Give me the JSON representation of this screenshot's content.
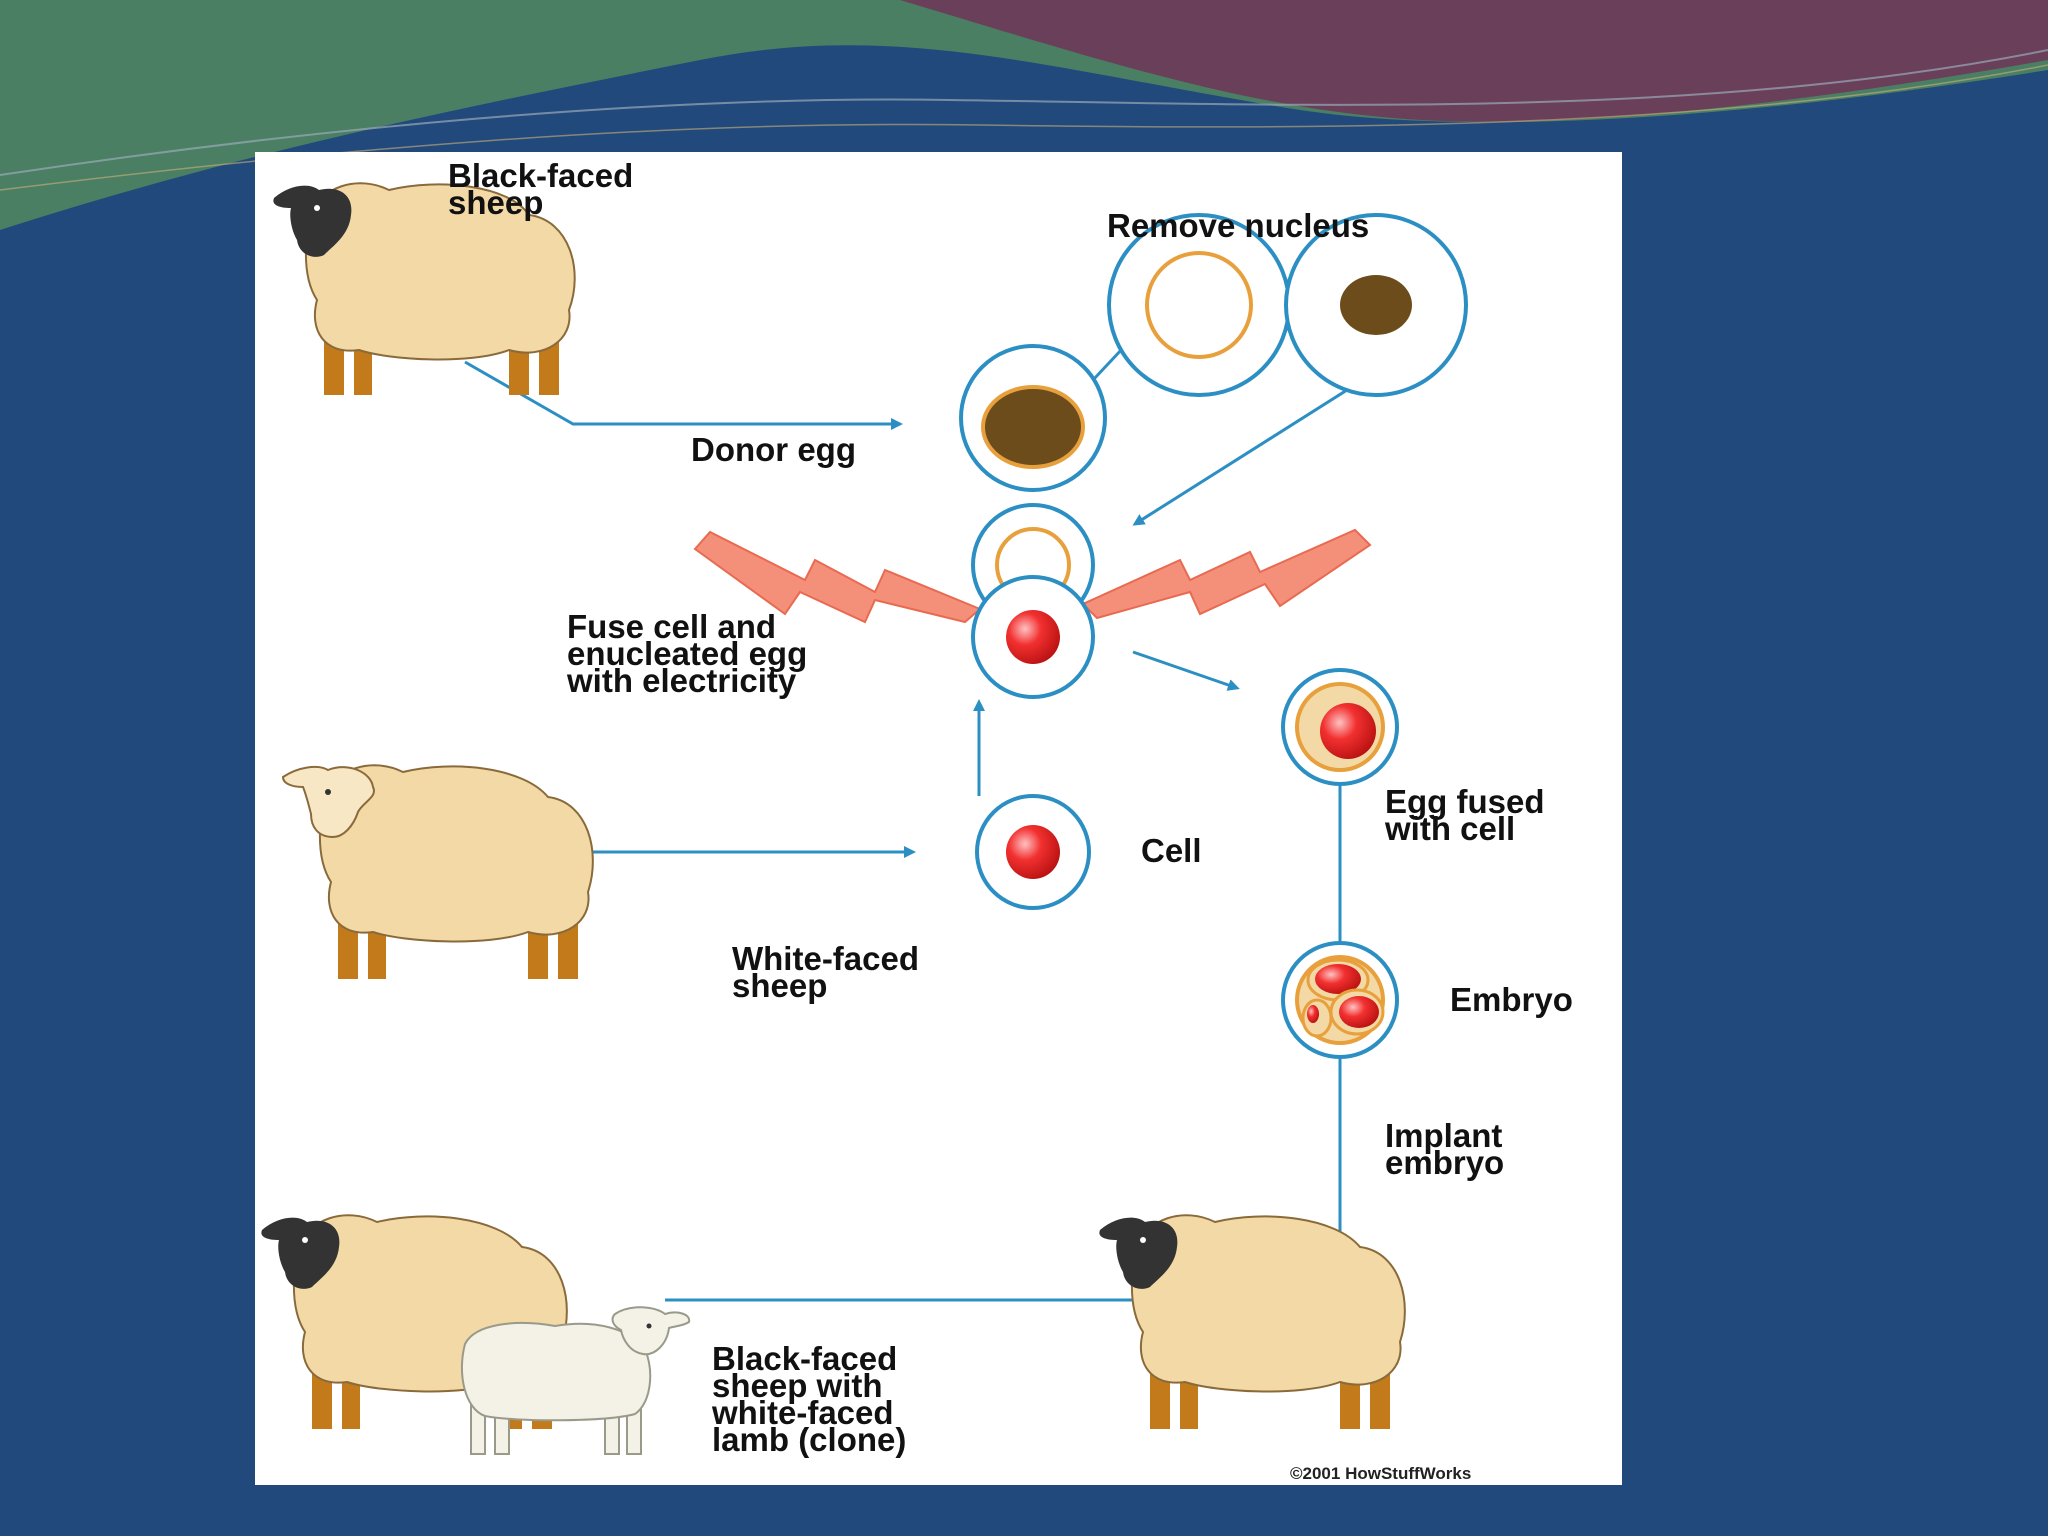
{
  "colors": {
    "slide_background": "#22497c",
    "panel_background": "#ffffff",
    "connector_line": "#2c8fc3",
    "cell_outline": "#2c8fc3",
    "membrane": "#e8a03c",
    "nucleus_brown": "#6b4c1a",
    "nucleus_red": "#e51b1b",
    "sheep_wool": "#f2d9a6",
    "sheep_face_black": "#333333",
    "sheep_legs": "#c27a1a",
    "lightning": "#f4907a",
    "banner_green": "#4a7f63",
    "banner_maroon": "#6a3f5a"
  },
  "diagram": {
    "labels": {
      "black_faced_sheep": "Black-faced\nsheep",
      "remove_nucleus": "Remove nucleus",
      "donor_egg": "Donor egg",
      "fuse_cell": "Fuse cell and\nenucleated egg\nwith electricity",
      "egg_fused": "Egg fused\nwith cell",
      "cell": "Cell",
      "white_faced_sheep": "White-faced\nsheep",
      "embryo": "Embryo",
      "implant_embryo": "Implant\nembryo",
      "clone_result": "Black-faced\nsheep with\nwhite-faced\nlamb (clone)"
    },
    "copyright": "©2001 HowStuffWorks"
  }
}
